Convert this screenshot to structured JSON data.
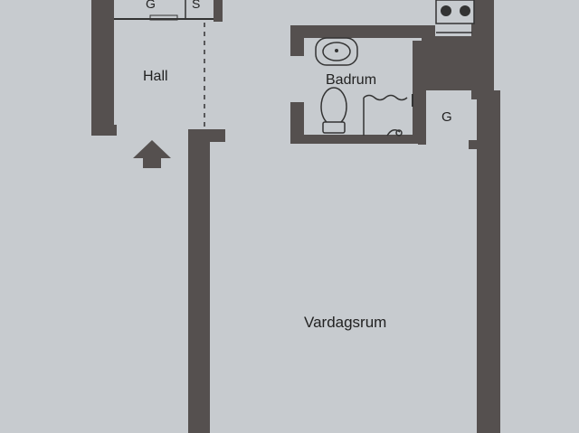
{
  "rooms": {
    "hall": "Hall",
    "badrum": "Badrum",
    "vardagsrum": "Vardagsrum",
    "garderob_kitchen": "G",
    "garderob_hall": "G",
    "stad": "S"
  },
  "colors": {
    "paper": "#c7cbcf",
    "wall": "#55504f",
    "line": "#333333"
  },
  "icons": {
    "entrance": "entrance-arrow-icon",
    "sink": "sink-icon",
    "toilet": "toilet-icon",
    "shower": "shower-curtain-icon",
    "stove": "stove-icon"
  }
}
